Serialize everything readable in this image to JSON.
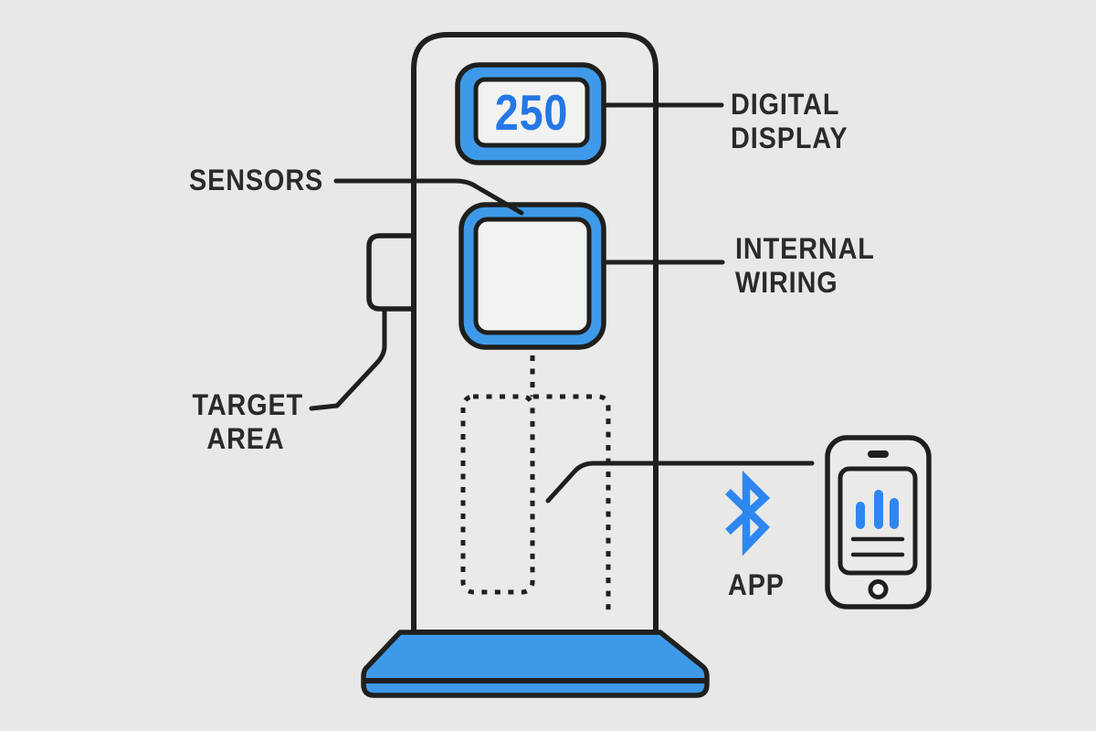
{
  "diagram": {
    "display": {
      "value": "250"
    },
    "callouts": {
      "digital_display": "DIGITAL\nDISPLAY",
      "sensors": "SENSORS",
      "internal_wiring": "INTERNAL\nWIRING",
      "target_area": "TARGET\nAREA",
      "app": "APP"
    },
    "icons": {
      "bluetooth": "bluetooth-icon",
      "smartphone": "smartphone-icon",
      "chart_bars": "bar-chart-icon",
      "home_button": "home-button-icon",
      "speaker": "speaker-slot-icon"
    },
    "colors": {
      "background": "#e8e8e6",
      "outline": "#1f1f1d",
      "accent_blue": "#3e9ae9",
      "icon_blue": "#2e87f0",
      "display_digit_blue": "#2478e6",
      "panel_white": "#f2f2f0",
      "label_text": "#2a2a28"
    }
  }
}
